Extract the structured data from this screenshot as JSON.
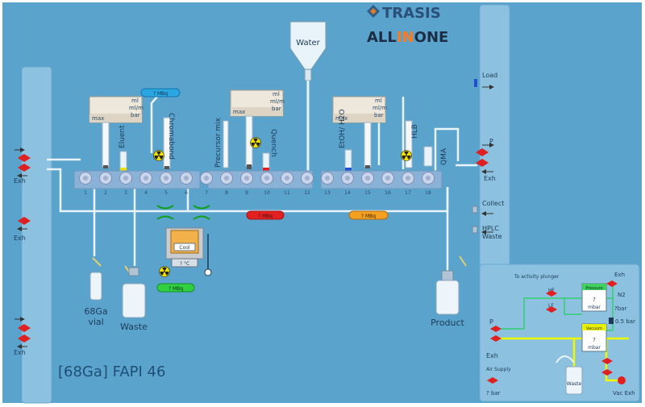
{
  "brand": {
    "name": "TRASIS",
    "product": {
      "part1": "ALL",
      "part2": "IN",
      "part3": "ONE"
    }
  },
  "process_title": "[68Ga] FAPI 46",
  "water_bag": {
    "label": "Water"
  },
  "syringe_pumps": [
    {
      "units": [
        "ml",
        "ml/m",
        "bar"
      ],
      "max": "max"
    },
    {
      "units": [
        "ml",
        "ml/m",
        "bar"
      ],
      "max": "max"
    },
    {
      "units": [
        "ml",
        "ml/m",
        "bar"
      ],
      "max": "max"
    }
  ],
  "reagents": {
    "eluent": "Eluent",
    "chromabond": "Chromabond",
    "precursor": "Precursor mix",
    "quench": "Quench",
    "etoh_h2o": "EtOH/ H2O",
    "hlb": "HLB",
    "qma": "QMA"
  },
  "activity_labels": {
    "top": "? MBq",
    "reactor": "? MBq",
    "quench": "? MBq",
    "hlb": "? MBq"
  },
  "manifold_positions": [
    "1",
    "2",
    "3",
    "4",
    "5",
    "6",
    "7",
    "8",
    "9",
    "10",
    "11",
    "12",
    "13",
    "14",
    "15",
    "16",
    "17",
    "18"
  ],
  "reactor": {
    "cool": "Cool",
    "temperature": "? °C"
  },
  "left_panel": {
    "exh_top": "Exh",
    "exh_mid": "Exh",
    "exh_bottom": "Exh"
  },
  "vials": {
    "ga68": "68Ga vial",
    "waste": "Waste",
    "product": "Product"
  },
  "right_ports": {
    "load": "Load",
    "p": "P",
    "exh": "Exh",
    "collect": "Collect",
    "hplc_waste": "HPLC Waste"
  },
  "gas_panel": {
    "title": "To activity plunger",
    "exh": "Exh",
    "n2": "N2",
    "n2_bar": "?bar",
    "hf": "HF",
    "lf": "LF",
    "pressure": {
      "label": "Pressure",
      "value": "?",
      "unit": "mbar"
    },
    "vacuum": {
      "label": "Vacuum",
      "value": "?",
      "unit": "mbar"
    },
    "half_bar": "0.5 bar",
    "p": "P",
    "exh2": "Exh",
    "air_supply": "Air Supply",
    "air_bar": "? bar",
    "waste": "Waste",
    "vac_exh": "Vac Exh"
  },
  "colors": {
    "background": "#5aa3cd",
    "panel": "#8cc2df",
    "manifold": "#8ab2d6",
    "radiation": "#f0e000"
  }
}
